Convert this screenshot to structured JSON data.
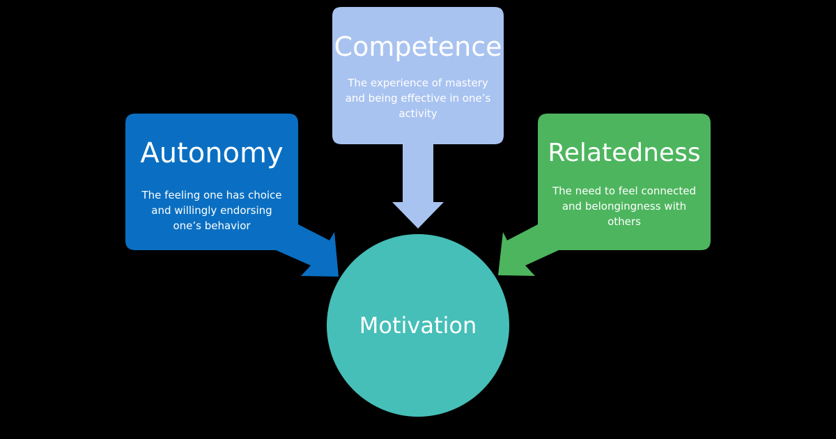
{
  "diagram": {
    "center": {
      "label": "Motivation",
      "color": "#46bfb8"
    },
    "needs": [
      {
        "title": "Autonomy",
        "description_lines": [
          "The feeling one has choice",
          "and willingly endorsing",
          "one’s behavior"
        ],
        "color": "#0a6fc2"
      },
      {
        "title": "Competence",
        "description_lines": [
          "The experience of mastery",
          "and being effective in one’s",
          "activity"
        ],
        "color": "#a9c3f0"
      },
      {
        "title": "Relatedness",
        "description_lines": [
          "The need to feel connected",
          "and belongingness with",
          "others"
        ],
        "color": "#4db55e"
      }
    ]
  }
}
